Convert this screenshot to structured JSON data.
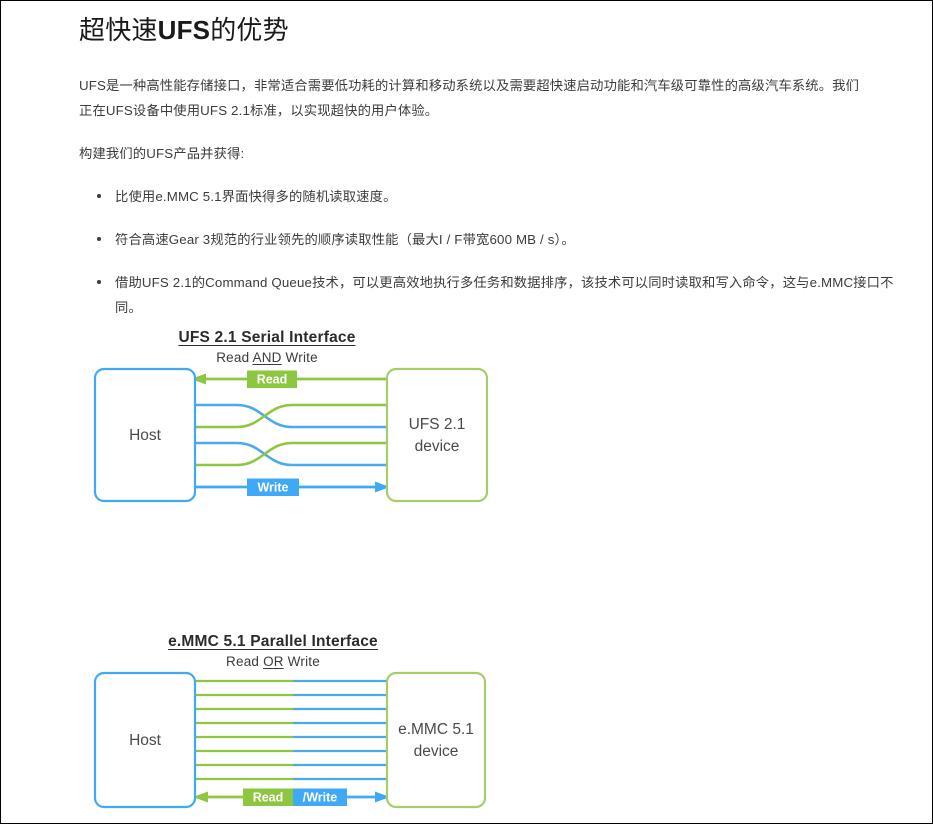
{
  "document": {
    "title": "超快速UFS的优势",
    "title_plain_prefix": "超快速",
    "title_bold": "UFS",
    "title_plain_suffix": "的优势",
    "paragraphs": [
      "UFS是一种高性能存储接口，非常适合需要低功耗的计算和移动系统以及需要超快速启动功能和汽车级可靠性的高级汽车系统。我们正在UFS设备中使用UFS 2.1标准，以实现超快的用户体验。",
      "构建我们的UFS产品并获得:"
    ],
    "bullets": [
      "比使用e.MMC 5.1界面快得多的随机读取速度。",
      "符合高速Gear 3规范的行业领先的顺序读取性能（最大I / F带宽600 MB / s）。",
      "借助UFS 2.1的Command Queue技术，可以更高效地执行多任务和数据排序，该技术可以同时读取和写入命令，这与e.MMC接口不同。"
    ]
  },
  "colors": {
    "blue": "#3FA9F5",
    "blue_line": "#4BAAE8",
    "blue_box_border": "#3FA9F5",
    "green": "#8CC63F",
    "green_line": "#8DC63F",
    "green_box_border": "#A5CE6A",
    "read_badge_bg": "#8DC63F",
    "write_badge_bg": "#3FA9F5",
    "text": "#3c3c3c",
    "box_text": "#4a4a4a"
  },
  "figures": [
    {
      "id": "ufs",
      "title": "UFS 2.1 Serial Interface",
      "subtitle_before": "Read ",
      "subtitle_underlined": "AND",
      "subtitle_after": " Write",
      "host_label": "Host",
      "device_label_line1": "UFS 2.1",
      "device_label_line2": "device",
      "top_arrow_label": "Read",
      "top_arrow_direction": "right-to-left",
      "top_arrow_color": "green",
      "bottom_arrow_label": "Write",
      "bottom_arrow_direction": "left-to-right",
      "bottom_arrow_color": "blue",
      "lane_count": 4,
      "lane_style": "twisted-pairs",
      "lane_colors": [
        "blue",
        "green",
        "blue",
        "green"
      ]
    },
    {
      "id": "emmc",
      "title": "e.MMC 5.1 Parallel  Interface",
      "subtitle_before": "Read ",
      "subtitle_underlined": "OR",
      "subtitle_after": " Write",
      "host_label": "Host",
      "device_label_line1": "e.MMC 5.1",
      "device_label_line2": "device",
      "bottom_arrow_label_read": "Read",
      "bottom_arrow_label_write": "/Write",
      "bottom_arrow_direction": "bidirectional",
      "lane_count": 8,
      "lane_style": "parallel-split",
      "lane_left_color": "green",
      "lane_right_color": "blue"
    }
  ]
}
